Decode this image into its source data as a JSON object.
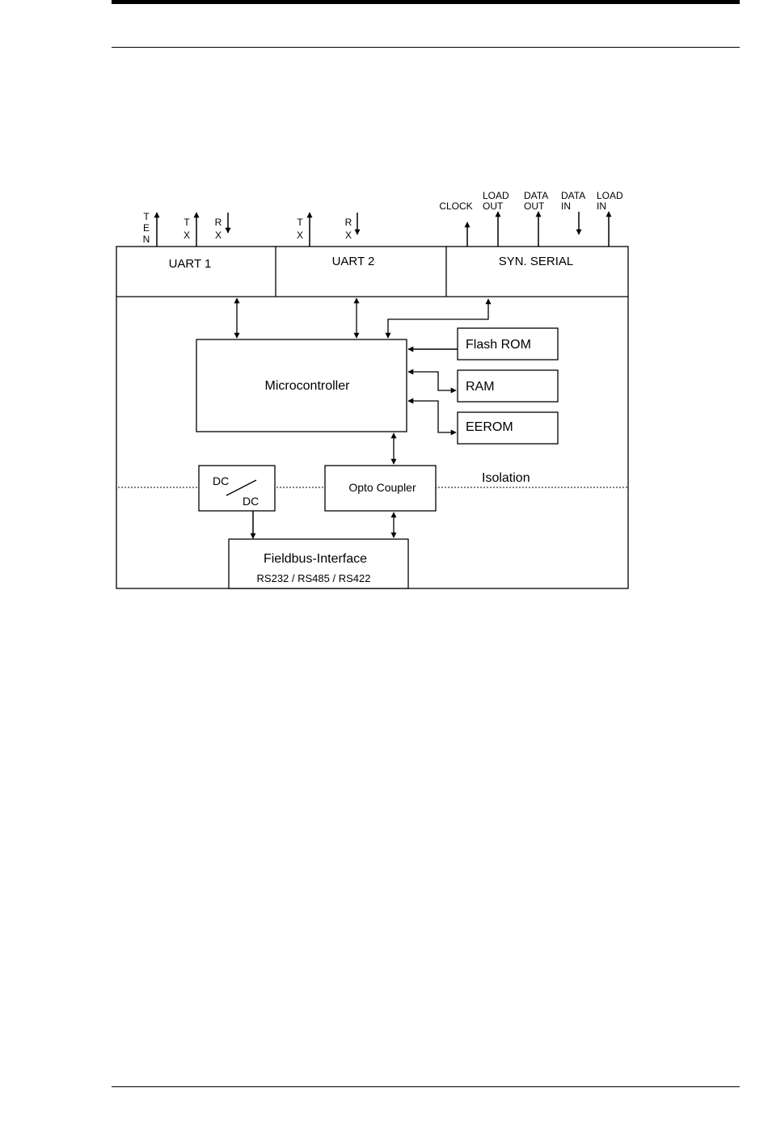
{
  "diagram": {
    "blocks": {
      "uart1": "UART 1",
      "uart2": "UART 2",
      "syn_serial": "SYN. SERIAL",
      "microcontroller": "Microcontroller",
      "flash_rom": "Flash ROM",
      "ram": "RAM",
      "eerom": "EEROM",
      "dc_in": "DC",
      "dc_out": "DC",
      "opto_coupler": "Opto Coupler",
      "fieldbus_title": "Fieldbus-Interface",
      "fieldbus_sub": "RS232 / RS485 / RS422"
    },
    "isolation_label": "Isolation",
    "signals": {
      "uart1": [
        {
          "lines": [
            "T",
            "E",
            "N"
          ],
          "direction": "out"
        },
        {
          "lines": [
            "T",
            "X"
          ],
          "direction": "out"
        },
        {
          "lines": [
            "R",
            "X"
          ],
          "direction": "in"
        }
      ],
      "uart2": [
        {
          "lines": [
            "T",
            "X"
          ],
          "direction": "out"
        },
        {
          "lines": [
            "R",
            "X"
          ],
          "direction": "in"
        }
      ],
      "syn_serial": [
        {
          "lines": [
            "CLOCK"
          ],
          "direction": "out"
        },
        {
          "lines": [
            "LOAD",
            "OUT"
          ],
          "direction": "out"
        },
        {
          "lines": [
            "DATA",
            "OUT"
          ],
          "direction": "out"
        },
        {
          "lines": [
            "DATA",
            "IN"
          ],
          "direction": "in"
        },
        {
          "lines": [
            "LOAD",
            "IN"
          ],
          "direction": "out"
        }
      ]
    }
  }
}
